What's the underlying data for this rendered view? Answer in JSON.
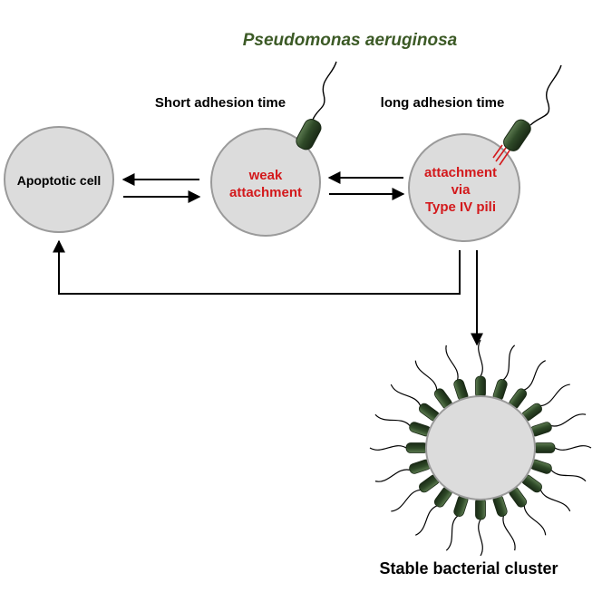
{
  "title": "Pseudomonas aeruginosa",
  "time_labels": {
    "short": "Short adhesion time",
    "long": "long adhesion time"
  },
  "cells": {
    "apoptotic": "Apoptotic cell",
    "weak": [
      "weak",
      "attachment"
    ],
    "pili": [
      "attachment",
      "via",
      "Type IV pili"
    ]
  },
  "cluster_label": "Stable bacterial cluster",
  "colors": {
    "cell_fill": "#dcdcdc",
    "cell_stroke": "#9a9a9a",
    "accent_red": "#d3191c",
    "title_green": "#3c5a26",
    "bacterium": "#2f4a28",
    "text": "#000000"
  }
}
